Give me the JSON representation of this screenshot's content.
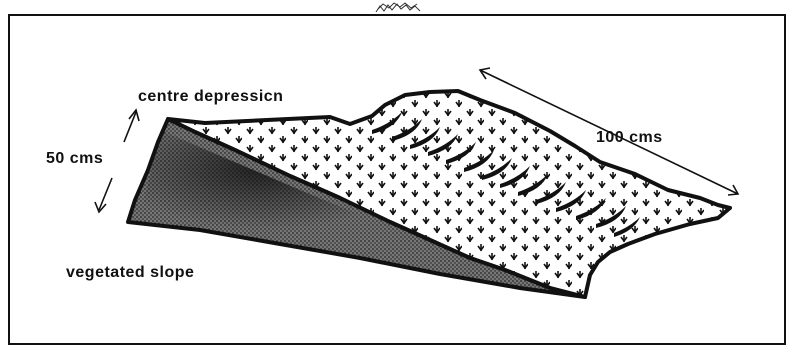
{
  "diagram": {
    "labels": {
      "centre_depression": "centre depressicn",
      "height": "50 cms",
      "length": "100 cms",
      "vegetated_slope": "vegetated slope"
    },
    "colors": {
      "outline": "#111111",
      "shaded_face": "#555555",
      "surface": "#ffffff",
      "tick_marks": "#111111"
    }
  }
}
